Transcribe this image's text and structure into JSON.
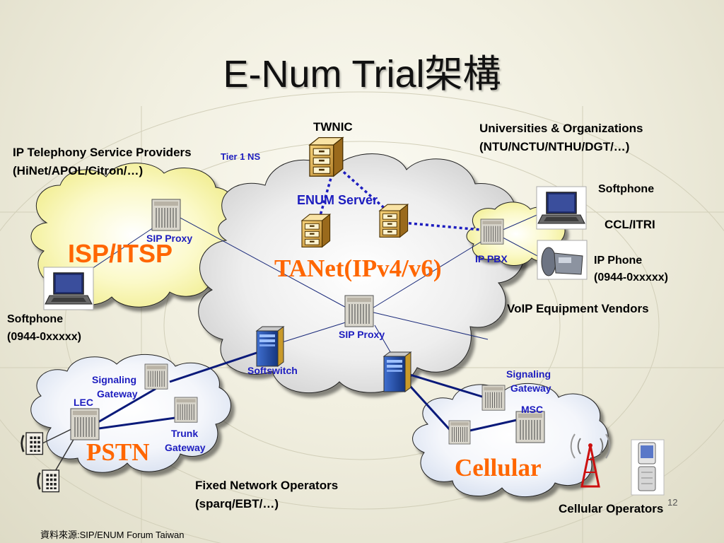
{
  "title": "E-Num Trial架構",
  "clouds": {
    "isp": "ISP/ITSP",
    "tanet": "TANet(IPv4/v6)",
    "pstn": "PSTN",
    "cellular": "Cellular"
  },
  "labels": {
    "twnic": "TWNIC",
    "tier1": "Tier 1 NS",
    "enum_server": "ENUM Server",
    "universities_line1": "Universities & Organizations",
    "universities_line2": "(NTU/NCTU/NTHU/DGT/…)",
    "isp_line1": "IP Telephony Service Providers",
    "isp_line2": "(HiNet/APOL/Citron/…)",
    "softphone_right": "Softphone",
    "ccl": "CCL/ITRI",
    "ip_pbx": "IP PBX",
    "ip_phone_line1": "IP Phone",
    "ip_phone_line2": "(0944-0xxxxx)",
    "voip_vendors": "VoIP Equipment Vendors",
    "sip_proxy_left": "SIP Proxy",
    "sip_proxy_center": "SIP Proxy",
    "softphone_left_line1": "Softphone",
    "softphone_left_line2": "(0944-0xxxxx)",
    "softswitch": "Softswitch",
    "signaling_left_line1": "Signaling",
    "signaling_left_line2": "Gateway",
    "lec": "LEC",
    "trunk_line1": "Trunk",
    "trunk_line2": "Gateway",
    "signaling_right_line1": "Signaling",
    "signaling_right_line2": "Gateway",
    "msc": "MSC",
    "fixed_line1": "Fixed Network Operators",
    "fixed_line2": "(sparq/EBT/…)",
    "cellular_operators": "Cellular Operators",
    "page_number": "12",
    "source": "資料來源:SIP/ENUM Forum Taiwan"
  },
  "colors": {
    "orange_label": "#ff6600",
    "blue_label": "#1d1dbf",
    "link_dark_blue": "#0a1a7a",
    "cloud_gray": "#d8d8d8",
    "cloud_yellow": "#f7f5a8"
  },
  "icons": [
    "file-cabinet-icon",
    "server-rack-icon",
    "server-tower-icon",
    "laptop-icon",
    "ip-phone-icon",
    "telephone-icon",
    "cell-tower-icon",
    "mobile-phone-icon"
  ]
}
